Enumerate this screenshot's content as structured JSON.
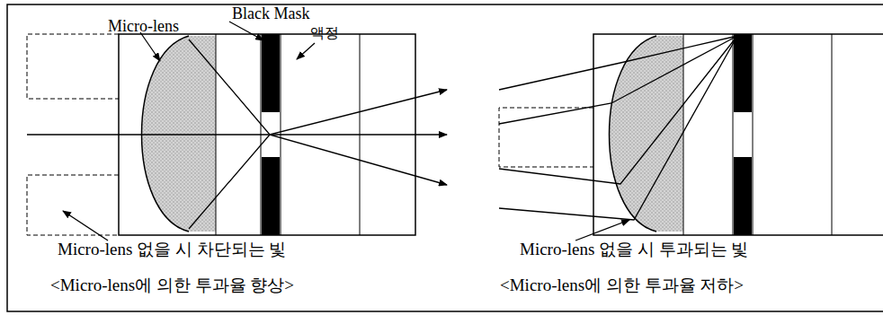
{
  "diagram": {
    "labels": [
      "Black Mask",
      "Micro-lens",
      "액정",
      "Micro-lens 없을 시 차단되는 빛",
      "<Micro-lens에 의한 투과율 향상>",
      "Micro-lens 없을 시 투과되는 빛",
      "<Micro-lens에 의한 투과율 저하>"
    ]
  }
}
